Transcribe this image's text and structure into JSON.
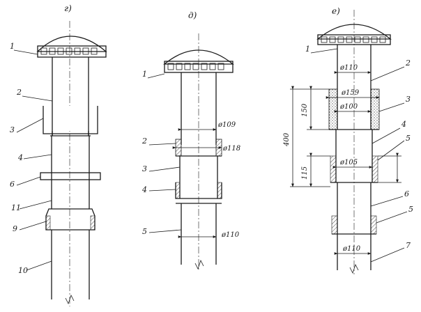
{
  "figure_a": {
    "header": "г)",
    "callouts": [
      "1",
      "2",
      "3",
      "4",
      "6",
      "11",
      "9",
      "10"
    ]
  },
  "figure_b": {
    "header": "д)",
    "callouts": [
      "1",
      "2",
      "3",
      "4",
      "5"
    ],
    "dimensions": [
      "ø109",
      "ø118",
      "ø110"
    ]
  },
  "figure_c": {
    "header": "е)",
    "callouts": [
      "1",
      "2",
      "3",
      "4",
      "5",
      "6",
      "5",
      "7"
    ],
    "dimensions": [
      "ø110",
      "ø159",
      "ø100",
      "ø105",
      "ø110"
    ],
    "lengths": [
      "150",
      "400",
      "115"
    ]
  }
}
